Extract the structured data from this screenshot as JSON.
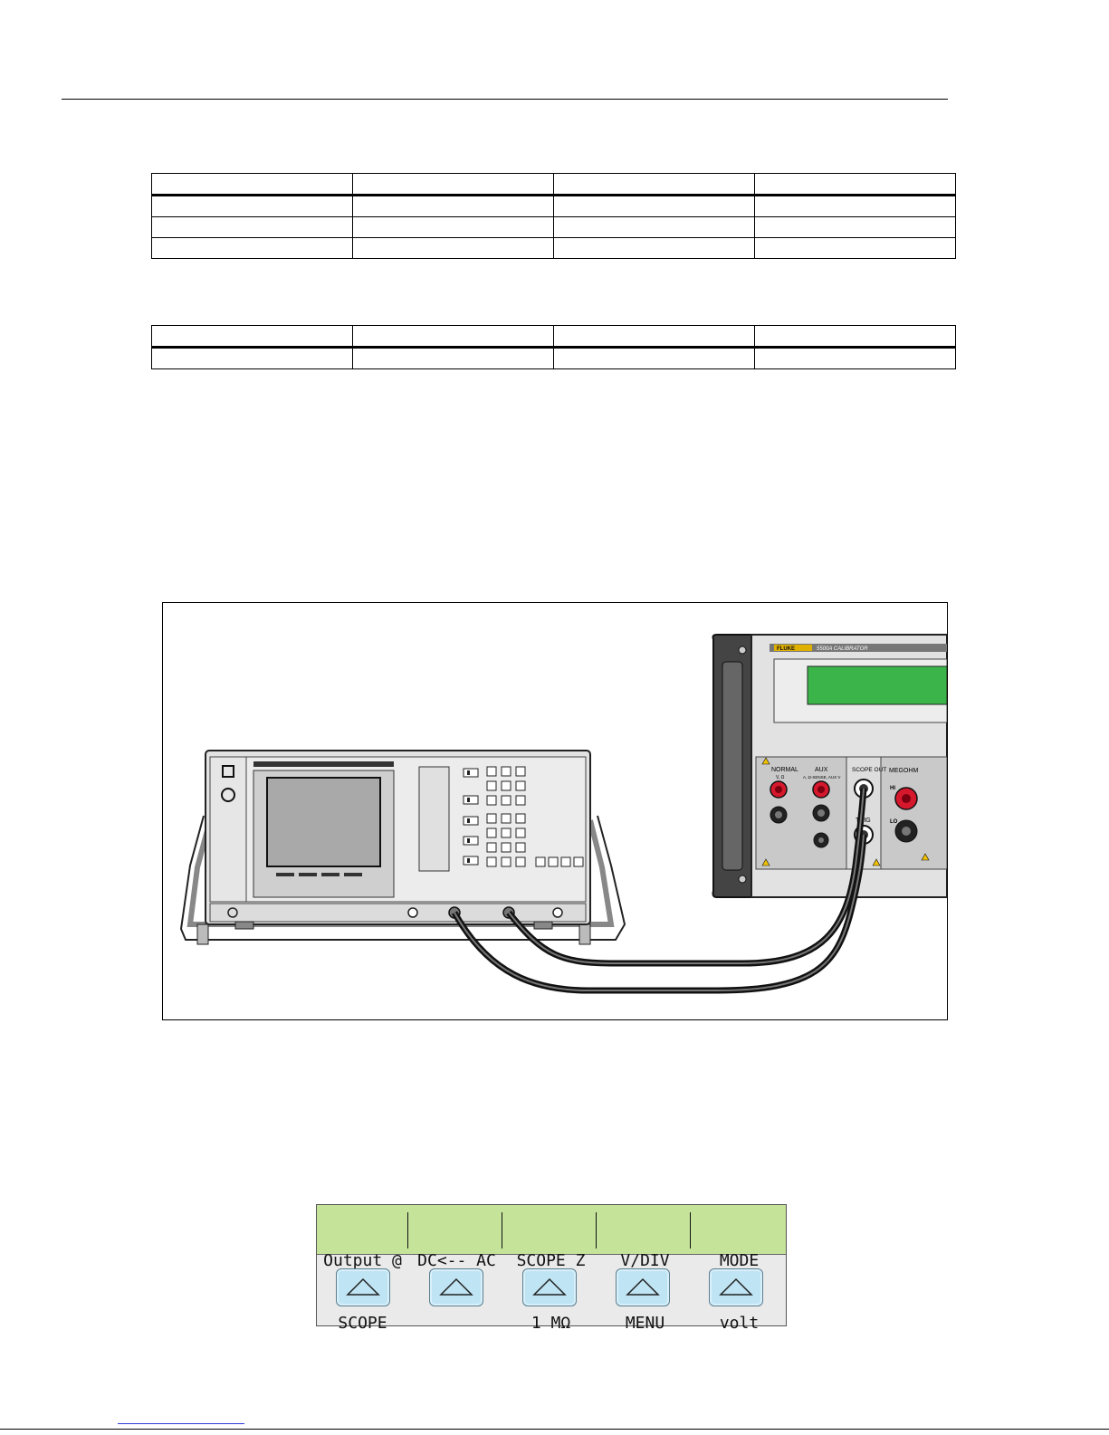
{
  "device": {
    "brand": "FLUKE",
    "model": "5500A CALIBRATOR",
    "terminals": {
      "normal": "NORMAL",
      "normal_sub": "V, Ω",
      "aux": "AUX",
      "aux_sub": "A, Ω-SENSE, AUX V",
      "scope_out": "SCOPE OUT",
      "trig": "TRIG",
      "megohm": "MEGOHM",
      "hi": "HI",
      "lo": "LO"
    }
  },
  "lcd": {
    "softkeys": [
      {
        "line1": "Output @",
        "line2": "SCOPE"
      },
      {
        "line1": "DC<-- AC",
        "line2": ""
      },
      {
        "line1": "SCOPE Z",
        "line2": "1 MΩ"
      },
      {
        "line1": "V/DIV",
        "line2": "MENU"
      },
      {
        "line1": "MODE",
        "line2": "volt"
      }
    ]
  },
  "colors": {
    "lcd_bg": "#c6e39a",
    "button": "#bfe4f3",
    "terminal_red": "#d6182c",
    "display_green": "#3bb54a",
    "panel_gray": "#d8d8d8"
  }
}
